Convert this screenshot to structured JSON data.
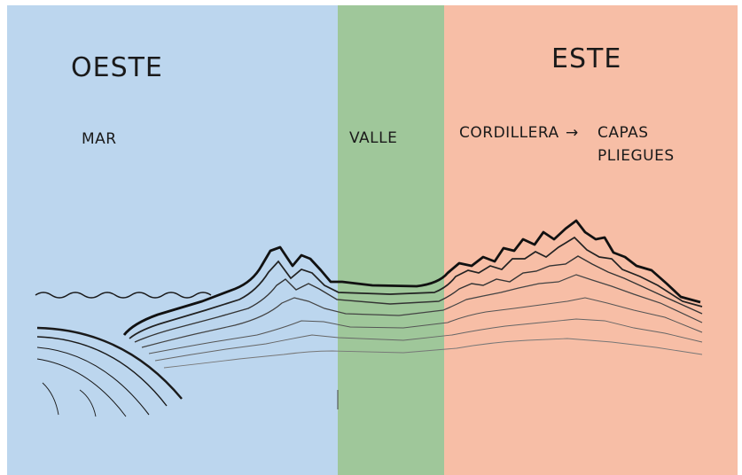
{
  "colors": {
    "west": "#bcd6ee",
    "valley": "#9fc79a",
    "east": "#f7bea6",
    "ink": "#1a1a1a",
    "pencil": "#4a4a4a"
  },
  "labels": {
    "west": "OESTE",
    "east": "ESTE",
    "sea": "MAR",
    "valley": "VALLE",
    "range": "CORDILLERA",
    "arrow": "→",
    "layers_1": "CAPAS",
    "layers_2": "PLIEGUES"
  }
}
